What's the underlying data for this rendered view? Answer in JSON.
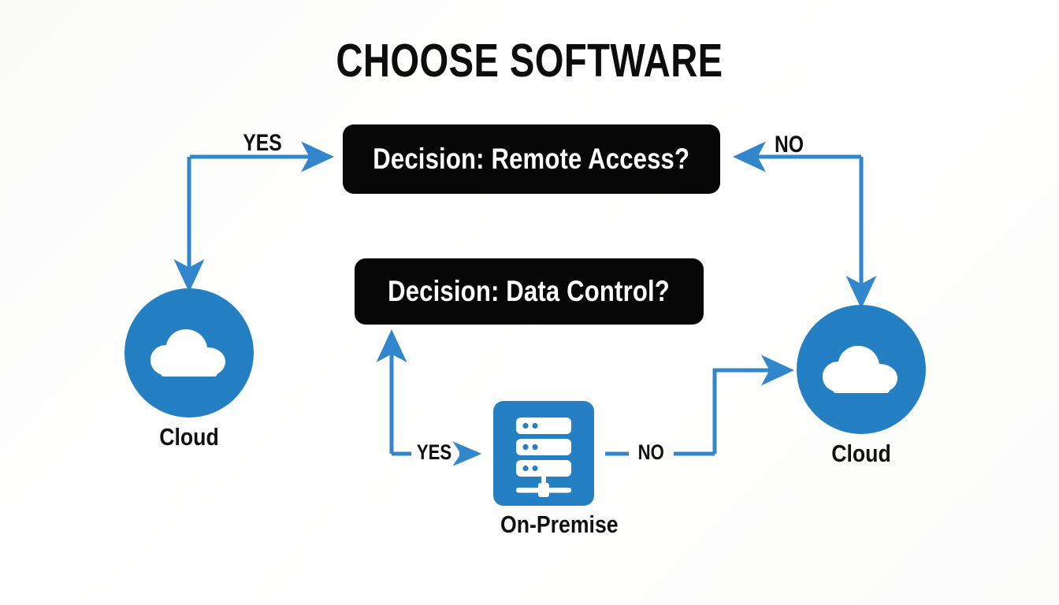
{
  "page": {
    "title": "CHOOSE SOFTWARE",
    "background_color": "#fdfdfc"
  },
  "theme": {
    "accent_blue": "#2580c3",
    "arrow_blue": "#3286cb",
    "box_black": "#070707",
    "text_black": "#0f0f0f",
    "icon_white": "#ffffff"
  },
  "decisions": [
    {
      "id": "remote-access",
      "label": "Decision: Remote Access?"
    },
    {
      "id": "data-control",
      "label": "Decision: Data Control?"
    }
  ],
  "nodes": [
    {
      "id": "cloud-left",
      "label": "Cloud",
      "icon": "cloud-icon"
    },
    {
      "id": "cloud-right",
      "label": "Cloud",
      "icon": "cloud-icon"
    },
    {
      "id": "on-premise",
      "label": "On-Premise",
      "icon": "server-icon"
    }
  ],
  "edges": [
    {
      "id": "remote-yes",
      "label": "YES",
      "from": "decision-remote-access",
      "to": "cloud-left"
    },
    {
      "id": "remote-no",
      "label": "NO",
      "from": "decision-remote-access",
      "to": "cloud-right"
    },
    {
      "id": "data-yes",
      "label": "YES",
      "from": "decision-data-control",
      "to": "on-premise"
    },
    {
      "id": "data-no",
      "label": "NO",
      "from": "on-premise",
      "to": "cloud-right"
    }
  ]
}
